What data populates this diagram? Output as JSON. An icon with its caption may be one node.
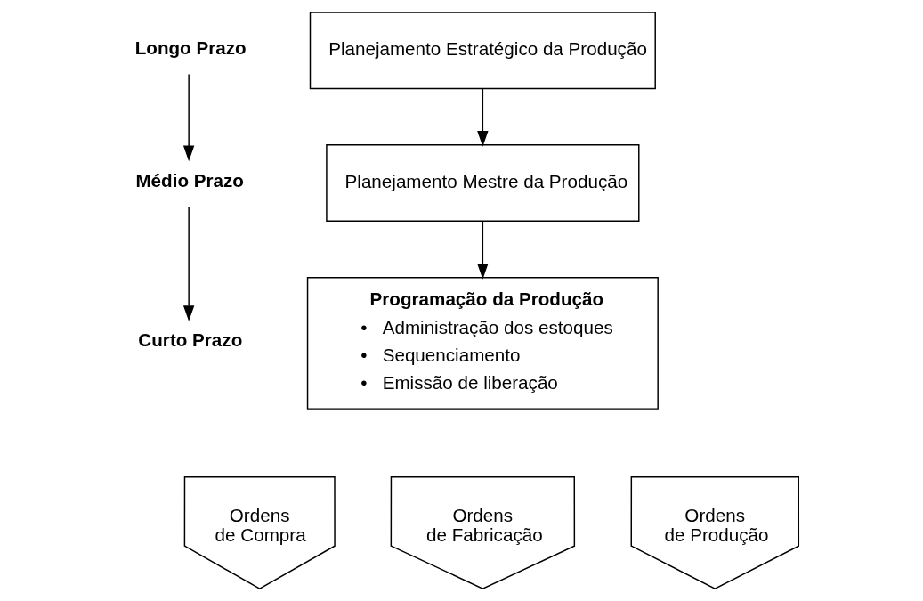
{
  "diagram": {
    "nodes": [
      {
        "text": [
          "Longo Prazo"
        ]
      },
      {
        "text": [
          "Médio Prazo"
        ]
      },
      {
        "text": [
          "Curto Prazo"
        ]
      },
      {
        "text": [
          "Planejamento Estratégico da Produção"
        ]
      },
      {
        "text": [
          "Planejamento Mestre da Produção"
        ]
      },
      {
        "text": [
          "Programação da Produção",
          "•   Administração dos estoques",
          "•   Sequenciamento",
          "•   Emissão de liberação"
        ]
      },
      {
        "text": [
          "Ordens de Compra"
        ]
      },
      {
        "text": [
          "Ordens de Fabricação"
        ]
      },
      {
        "text": [
          "Ordens de Produção"
        ]
      }
    ],
    "edges": [
      {
        "from": 0,
        "to": 1,
        "arrow": "to"
      },
      {
        "from": 1,
        "to": 2,
        "arrow": "to"
      },
      {
        "from": 3,
        "to": 4,
        "arrow": "to"
      },
      {
        "from": 4,
        "to": 5,
        "arrow": "to"
      }
    ]
  }
}
